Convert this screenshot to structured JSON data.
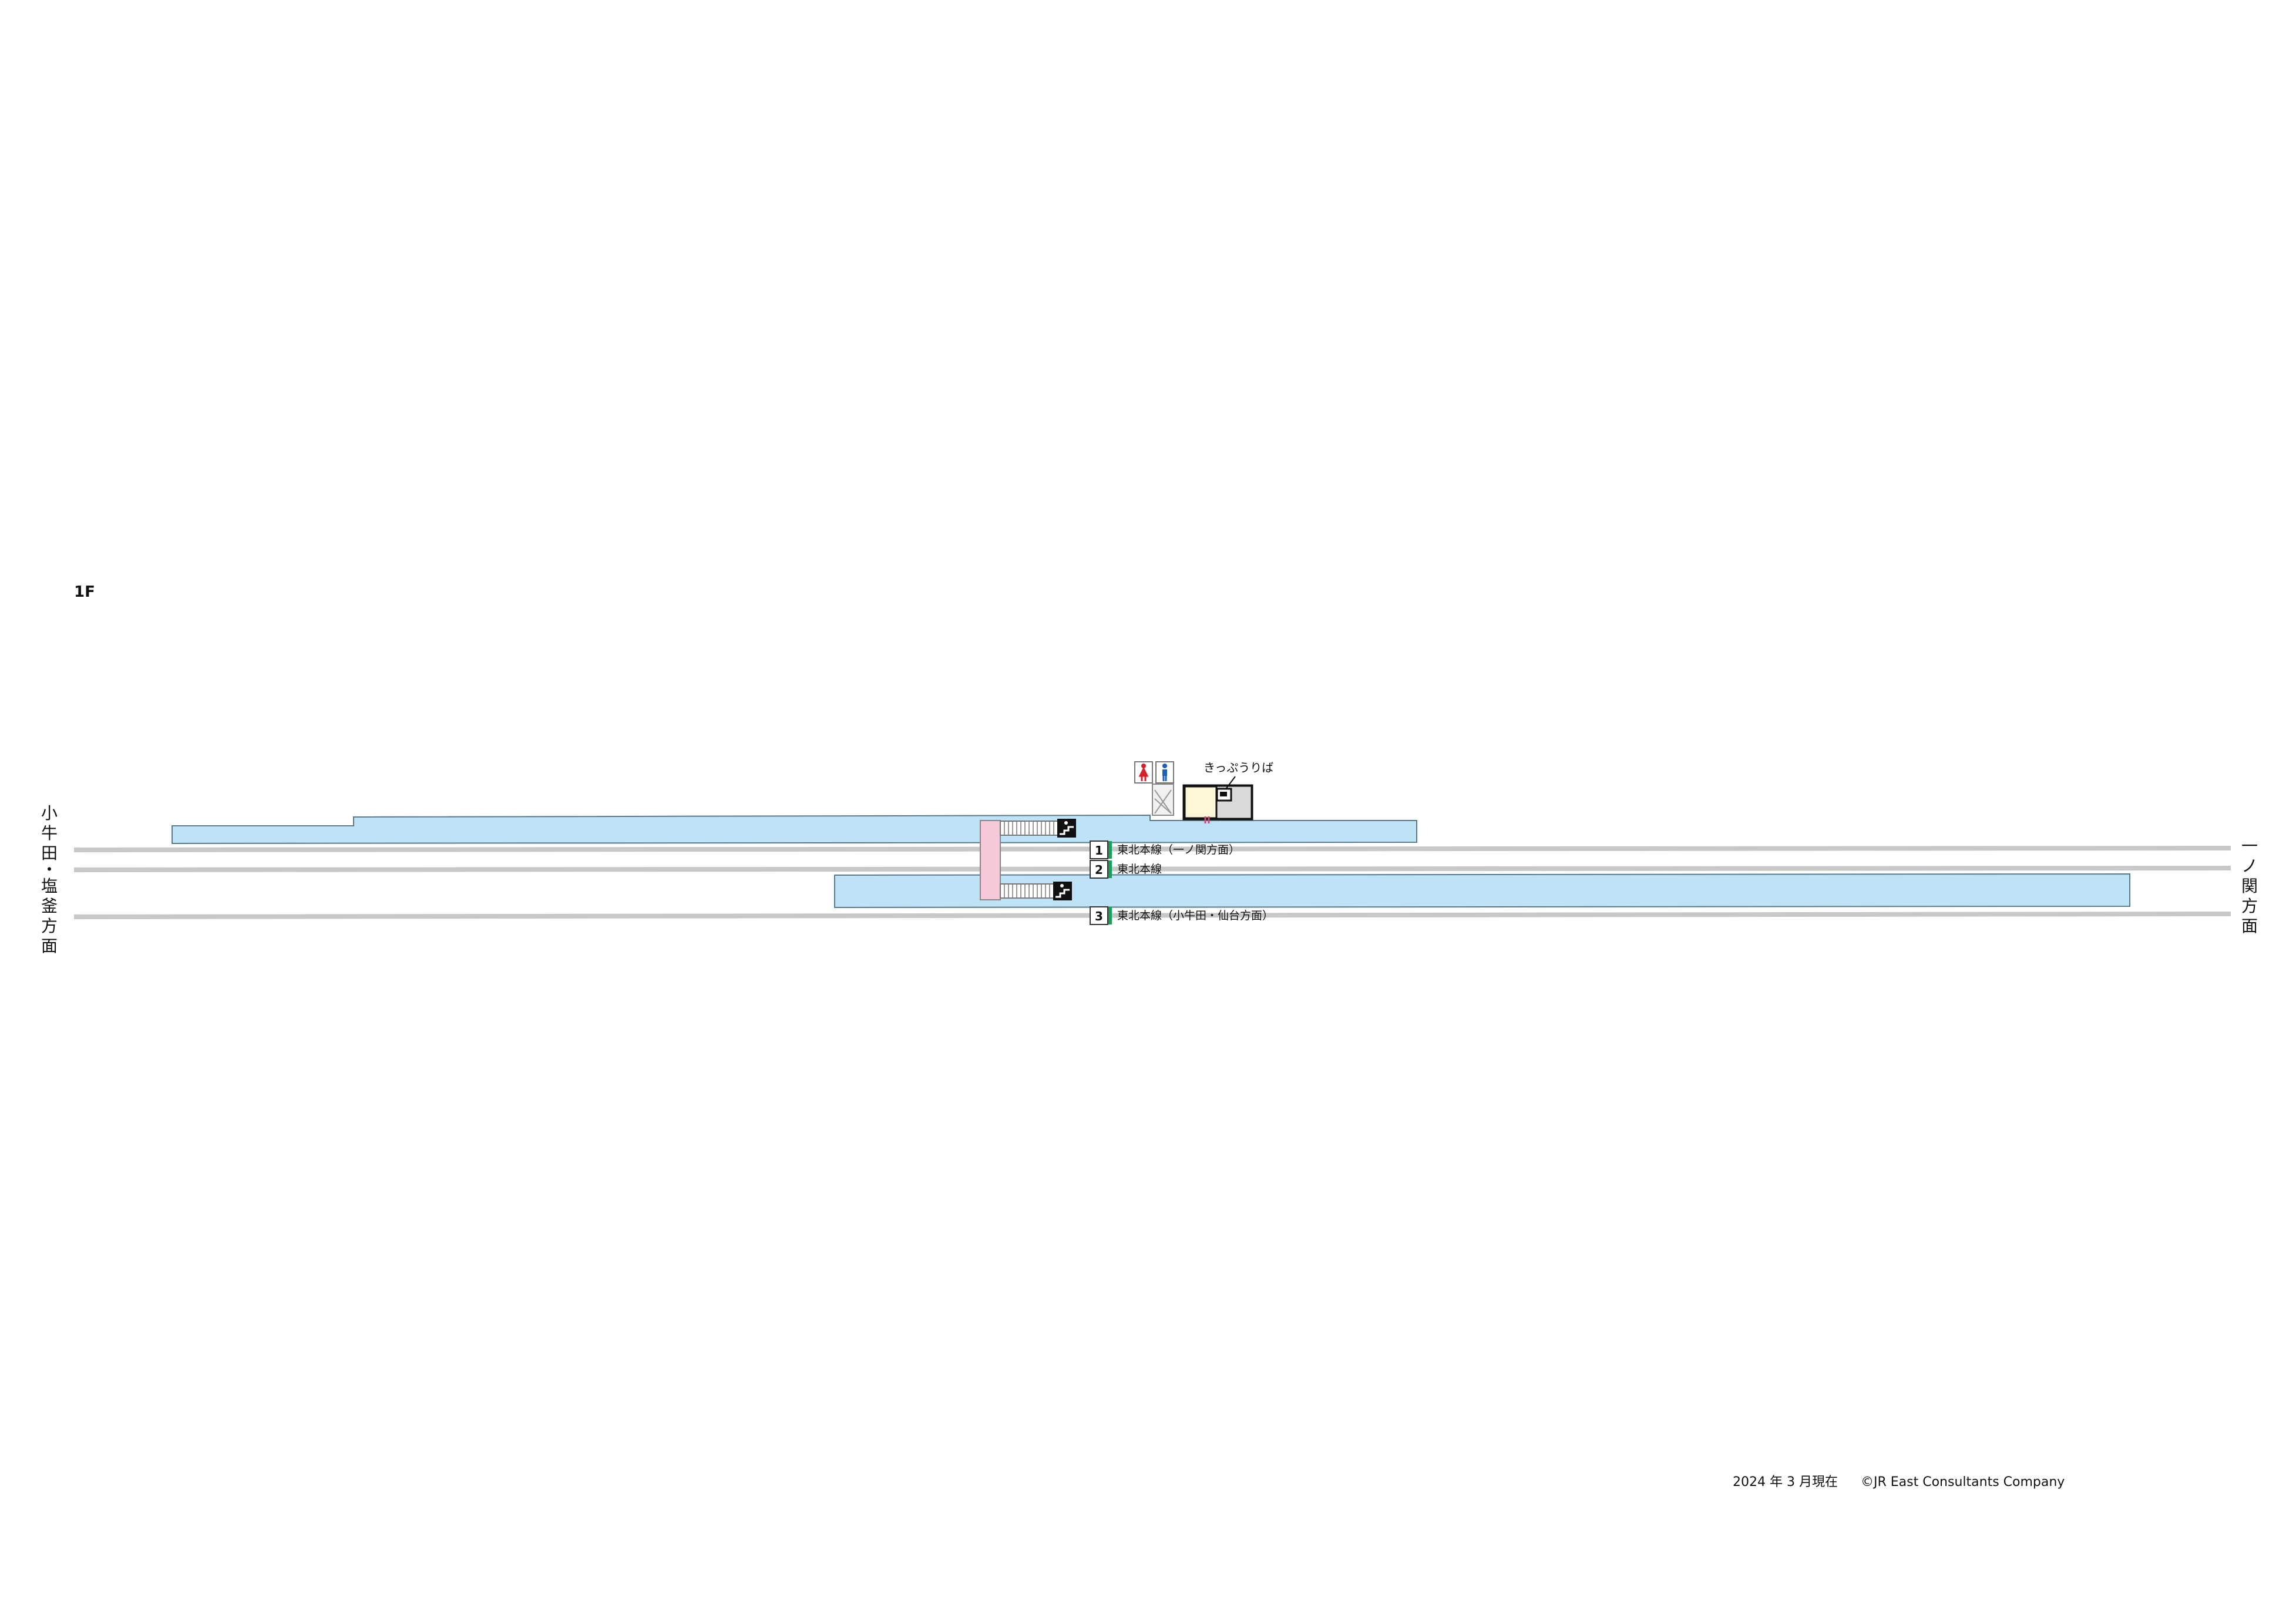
{
  "floor_label": "1F",
  "ticket_office_label": "きっぷうりば",
  "direction_left": [
    "小",
    "牛",
    "田",
    "・",
    "塩",
    "釜",
    "方",
    "面"
  ],
  "direction_right": [
    "一",
    "ノ",
    "関",
    "方",
    "面"
  ],
  "tracks": [
    {
      "number": "1",
      "label": "東北本線（一ノ関方面）"
    },
    {
      "number": "2",
      "label": "東北本線"
    },
    {
      "number": "3",
      "label": "東北本線（小牛田・仙台方面）"
    }
  ],
  "icons": {
    "restroom_women": "woman-icon",
    "restroom_men": "man-icon",
    "stairs": "stairs-icon",
    "ticket_machine": "ticket-machine-icon"
  },
  "colors": {
    "platform_fill": "#bfe3f6",
    "platform_stroke": "#5a7a8c",
    "bridge_fill": "#f6c9d8",
    "track_line": "#c8c8c8",
    "track_marker": "#1a9e5a",
    "station_building_fill": "#fdf7d6",
    "ticket_office_fill": "#d9d9d9",
    "women_icon": "#d8202a",
    "men_icon": "#1f5fb5"
  },
  "footer": {
    "date": "2024 年 3 月現在",
    "copyright": "©JR East Consultants Company"
  }
}
